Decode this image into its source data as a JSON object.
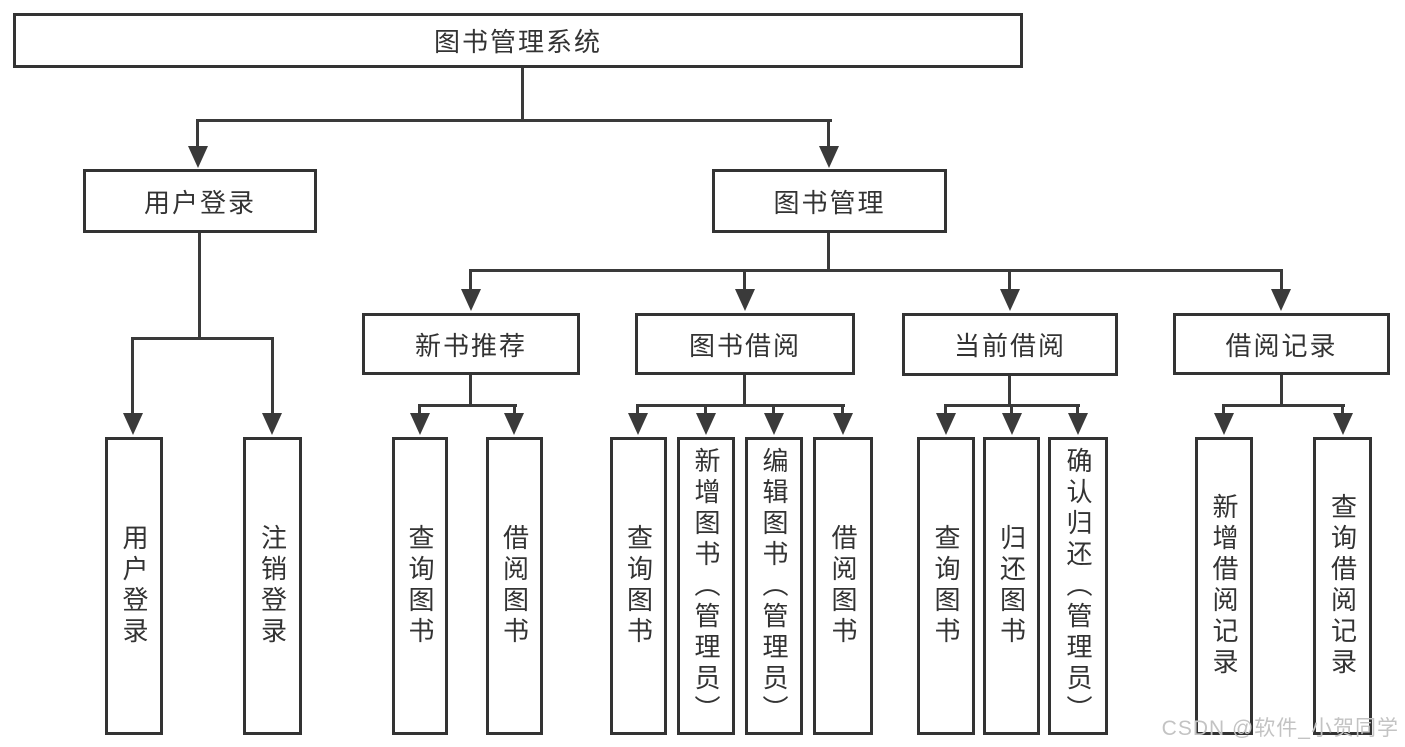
{
  "diagram": {
    "title": "图书管理系统",
    "level2": {
      "left": "用户登录",
      "right": "图书管理"
    },
    "level3": [
      "新书推荐",
      "图书借阅",
      "当前借阅",
      "借阅记录"
    ],
    "leaves": {
      "login": [
        "用户登录",
        "注销登录"
      ],
      "recommend": [
        "查询图书",
        "借阅图书"
      ],
      "borrow": [
        "查询图书",
        "新增图书（管理员）",
        "编辑图书（管理员）",
        "借阅图书"
      ],
      "current": [
        "查询图书",
        "归还图书",
        "确认归还（管理员）"
      ],
      "records": [
        "新增借阅记录",
        "查询借阅记录"
      ]
    },
    "watermark": "CSDN @软件_小贺同学",
    "colors": {
      "line": "#3a3a3a",
      "border": "#333333",
      "text": "#333333",
      "watermark": "#c3c3c3",
      "background": "#ffffff"
    }
  }
}
